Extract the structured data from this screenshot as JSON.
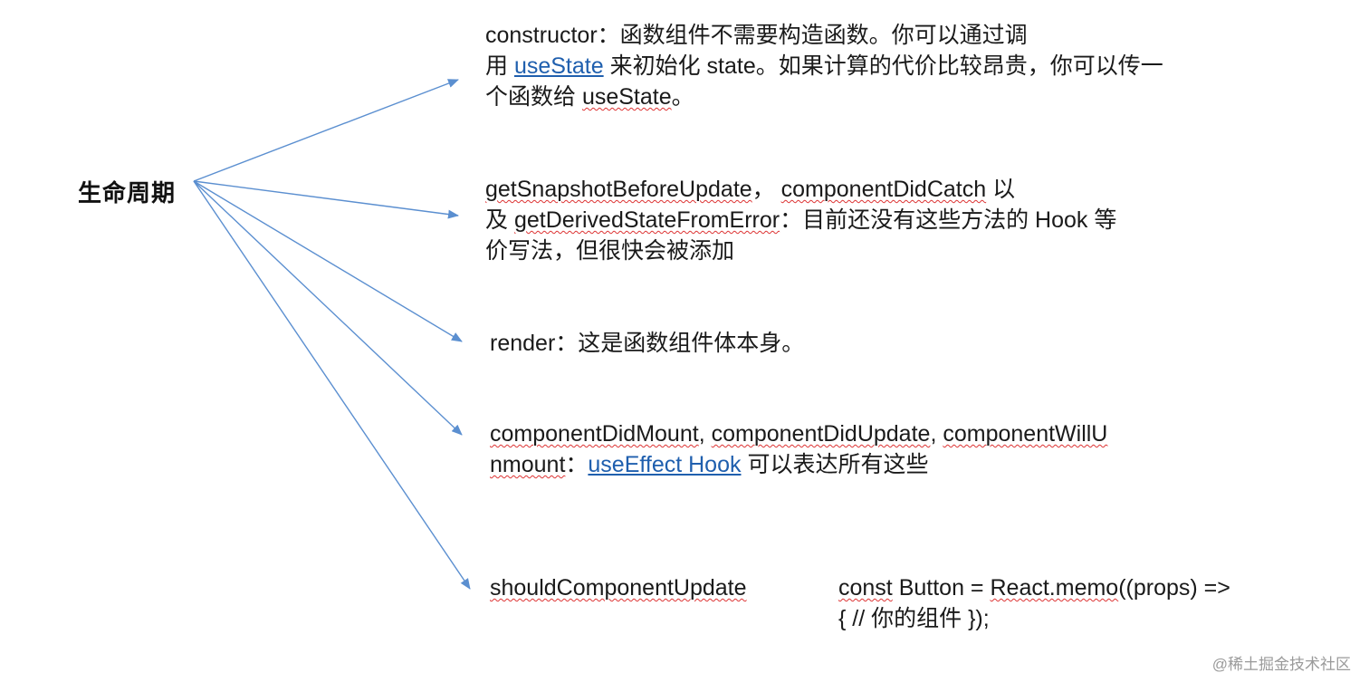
{
  "root": {
    "label": "生命周期"
  },
  "nodes": {
    "constructor": {
      "line1": "constructor：函数组件不需要构造函数。你可以通过调",
      "line2_prefix": "用 ",
      "line2_link": "useState",
      "line2_suffix": " 来初始化 state。如果计算的代价比较昂贵，你可以传一",
      "line3_prefix": "个函数给 ",
      "line3_word": "useState",
      "line3_suffix": "。"
    },
    "snapshot": {
      "line1_w1": "getSnapshotBeforeUpdate",
      "line1_sep": "， ",
      "line1_w2": "componentDidCatch",
      "line1_suffix": " 以",
      "line2_prefix": "及 ",
      "line2_word": "getDerivedStateFromError",
      "line2_suffix": "：目前还没有这些方法的 Hook 等",
      "line3": "价写法，但很快会被添加"
    },
    "render": {
      "text": "render：这是函数组件体本身。"
    },
    "mount": {
      "line1_w1": "componentDidMount",
      "line1_sep1": ", ",
      "line1_w2": "componentDidUpdate",
      "line1_sep2": ", ",
      "line1_w3": "componentWillU",
      "line2_word": "nmount",
      "line2_sep": "：",
      "line2_link": "useEffect Hook",
      "line2_suffix": " 可以表达所有这些"
    },
    "should": {
      "word": "shouldComponentUpdate"
    },
    "memo": {
      "line1_w1": "const",
      "line1_mid": " Button = ",
      "line1_w2": "React.memo",
      "line1_suffix": "((props) =>",
      "line2": "{ // 你的组件 });"
    }
  },
  "watermark": "@稀土掘金技术社区",
  "colors": {
    "arrow": "#5b8fd0",
    "link": "#1f5fae",
    "spellcheck": "#dd3333"
  }
}
